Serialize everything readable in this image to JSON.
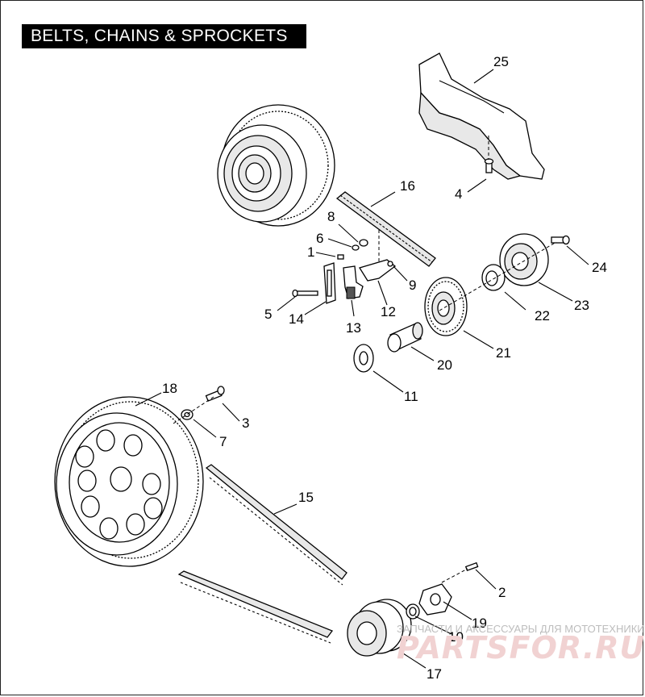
{
  "title": "BELTS, CHAINS & SPROCKETS",
  "callouts": [
    "1",
    "2",
    "3",
    "4",
    "5",
    "6",
    "7",
    "8",
    "9",
    "10",
    "11",
    "12",
    "13",
    "14",
    "15",
    "16",
    "17",
    "18",
    "19",
    "20",
    "21",
    "22",
    "23",
    "24",
    "25"
  ],
  "watermark": {
    "top": "ЗАПЧАСТИ И АКСЕССУАРЫ ДЛЯ МОТОТЕХНИКИ",
    "brand": "PARTSFOR.RU"
  }
}
